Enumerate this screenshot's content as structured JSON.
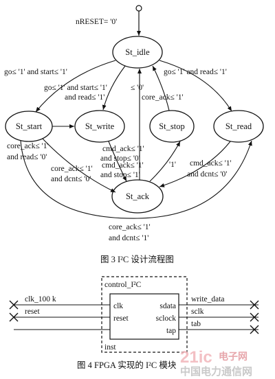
{
  "fsm": {
    "reset_label": "nRESET= '0'",
    "states": {
      "idle": "St_idle",
      "start": "St_start",
      "write": "St_write",
      "stop": "St_stop",
      "read": "St_read",
      "ack": "St_ack"
    },
    "transitions": {
      "idle_start": "go≤ '1'  and start≤ '1'",
      "idle_write_1": "go≤ '1'  and start≤ '1'",
      "idle_write_2": "and read≤ '1'",
      "idle_read": "go≤ '1'  and read≤ '1'",
      "stop_idle_1": "≤ '0'",
      "stop_idle_2": "core_ack≤ '1'",
      "start_out_1": "core_ack≤ '1'",
      "start_out_2": "and read≤ '0'",
      "write_ack_1": "cmd_ack≤ '1'",
      "write_ack_2": "and stop≤ '0'",
      "ack_mid_1": "core_ack≤ '1'",
      "ack_mid_2": "and dcnt≤ '0'",
      "ack_stop_1": "cmd_ack≤ '1'",
      "ack_stop_2": "and stop≤ '1'",
      "read_ack_1": "cmd_ack≤ '1'",
      "read_ack_2": "and dcnt≤ '0'",
      "bottom_1": "core_ack≤ '1'",
      "bottom_2": "and dcnt≤ '1'",
      "read_side": "'1'"
    },
    "caption": "图 3   I²C 设计流程图"
  },
  "module": {
    "title": "control_I²C",
    "inst": "inst",
    "inputs": [
      "clk_100 k",
      "reset"
    ],
    "ports_in": [
      "clk",
      "reset"
    ],
    "ports_out": [
      "sdata",
      "sclock",
      "tap"
    ],
    "outputs": [
      "write_data",
      "sclk",
      "tab"
    ],
    "caption": "图 4   FPGA 实现的 I²C 模块"
  },
  "watermark": {
    "brand": "电子网",
    "site": "中国电力通信网"
  }
}
